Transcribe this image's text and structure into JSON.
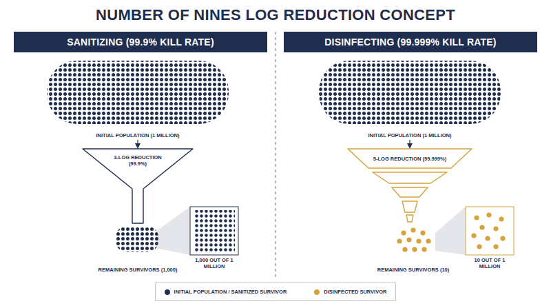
{
  "diagram": {
    "title": "NUMBER OF NINES LOG REDUCTION CONCEPT",
    "nodes": [
      {
        "text": [
          "SANITIZING (99.9% KILL RATE)"
        ]
      },
      {
        "text": [
          "DISINFECTING (99.999% KILL RATE)"
        ]
      },
      {
        "text": [
          "3-LOG REDUCTION (99.9%)"
        ]
      },
      {
        "text": [
          "5-LOG REDUCTION (99.999%)"
        ]
      }
    ],
    "labels": [
      "INITIAL POPULATION (1 MILLION)",
      "INITIAL POPULATION (1 MILLION)",
      "1,000 OUT OF 1 MILLION",
      "REMAINING SURVIVORS (1,000)",
      "10 OUT OF 1 MILLION",
      "REMAINING SURVIVORS (10)"
    ],
    "legend": [
      {
        "text": "INITIAL POPULATION / SANITIZED SURVIVOR",
        "color": "#1f2d4e"
      },
      {
        "text": "DISINFECTED SURVIVOR",
        "color": "#d6a23c"
      }
    ]
  }
}
